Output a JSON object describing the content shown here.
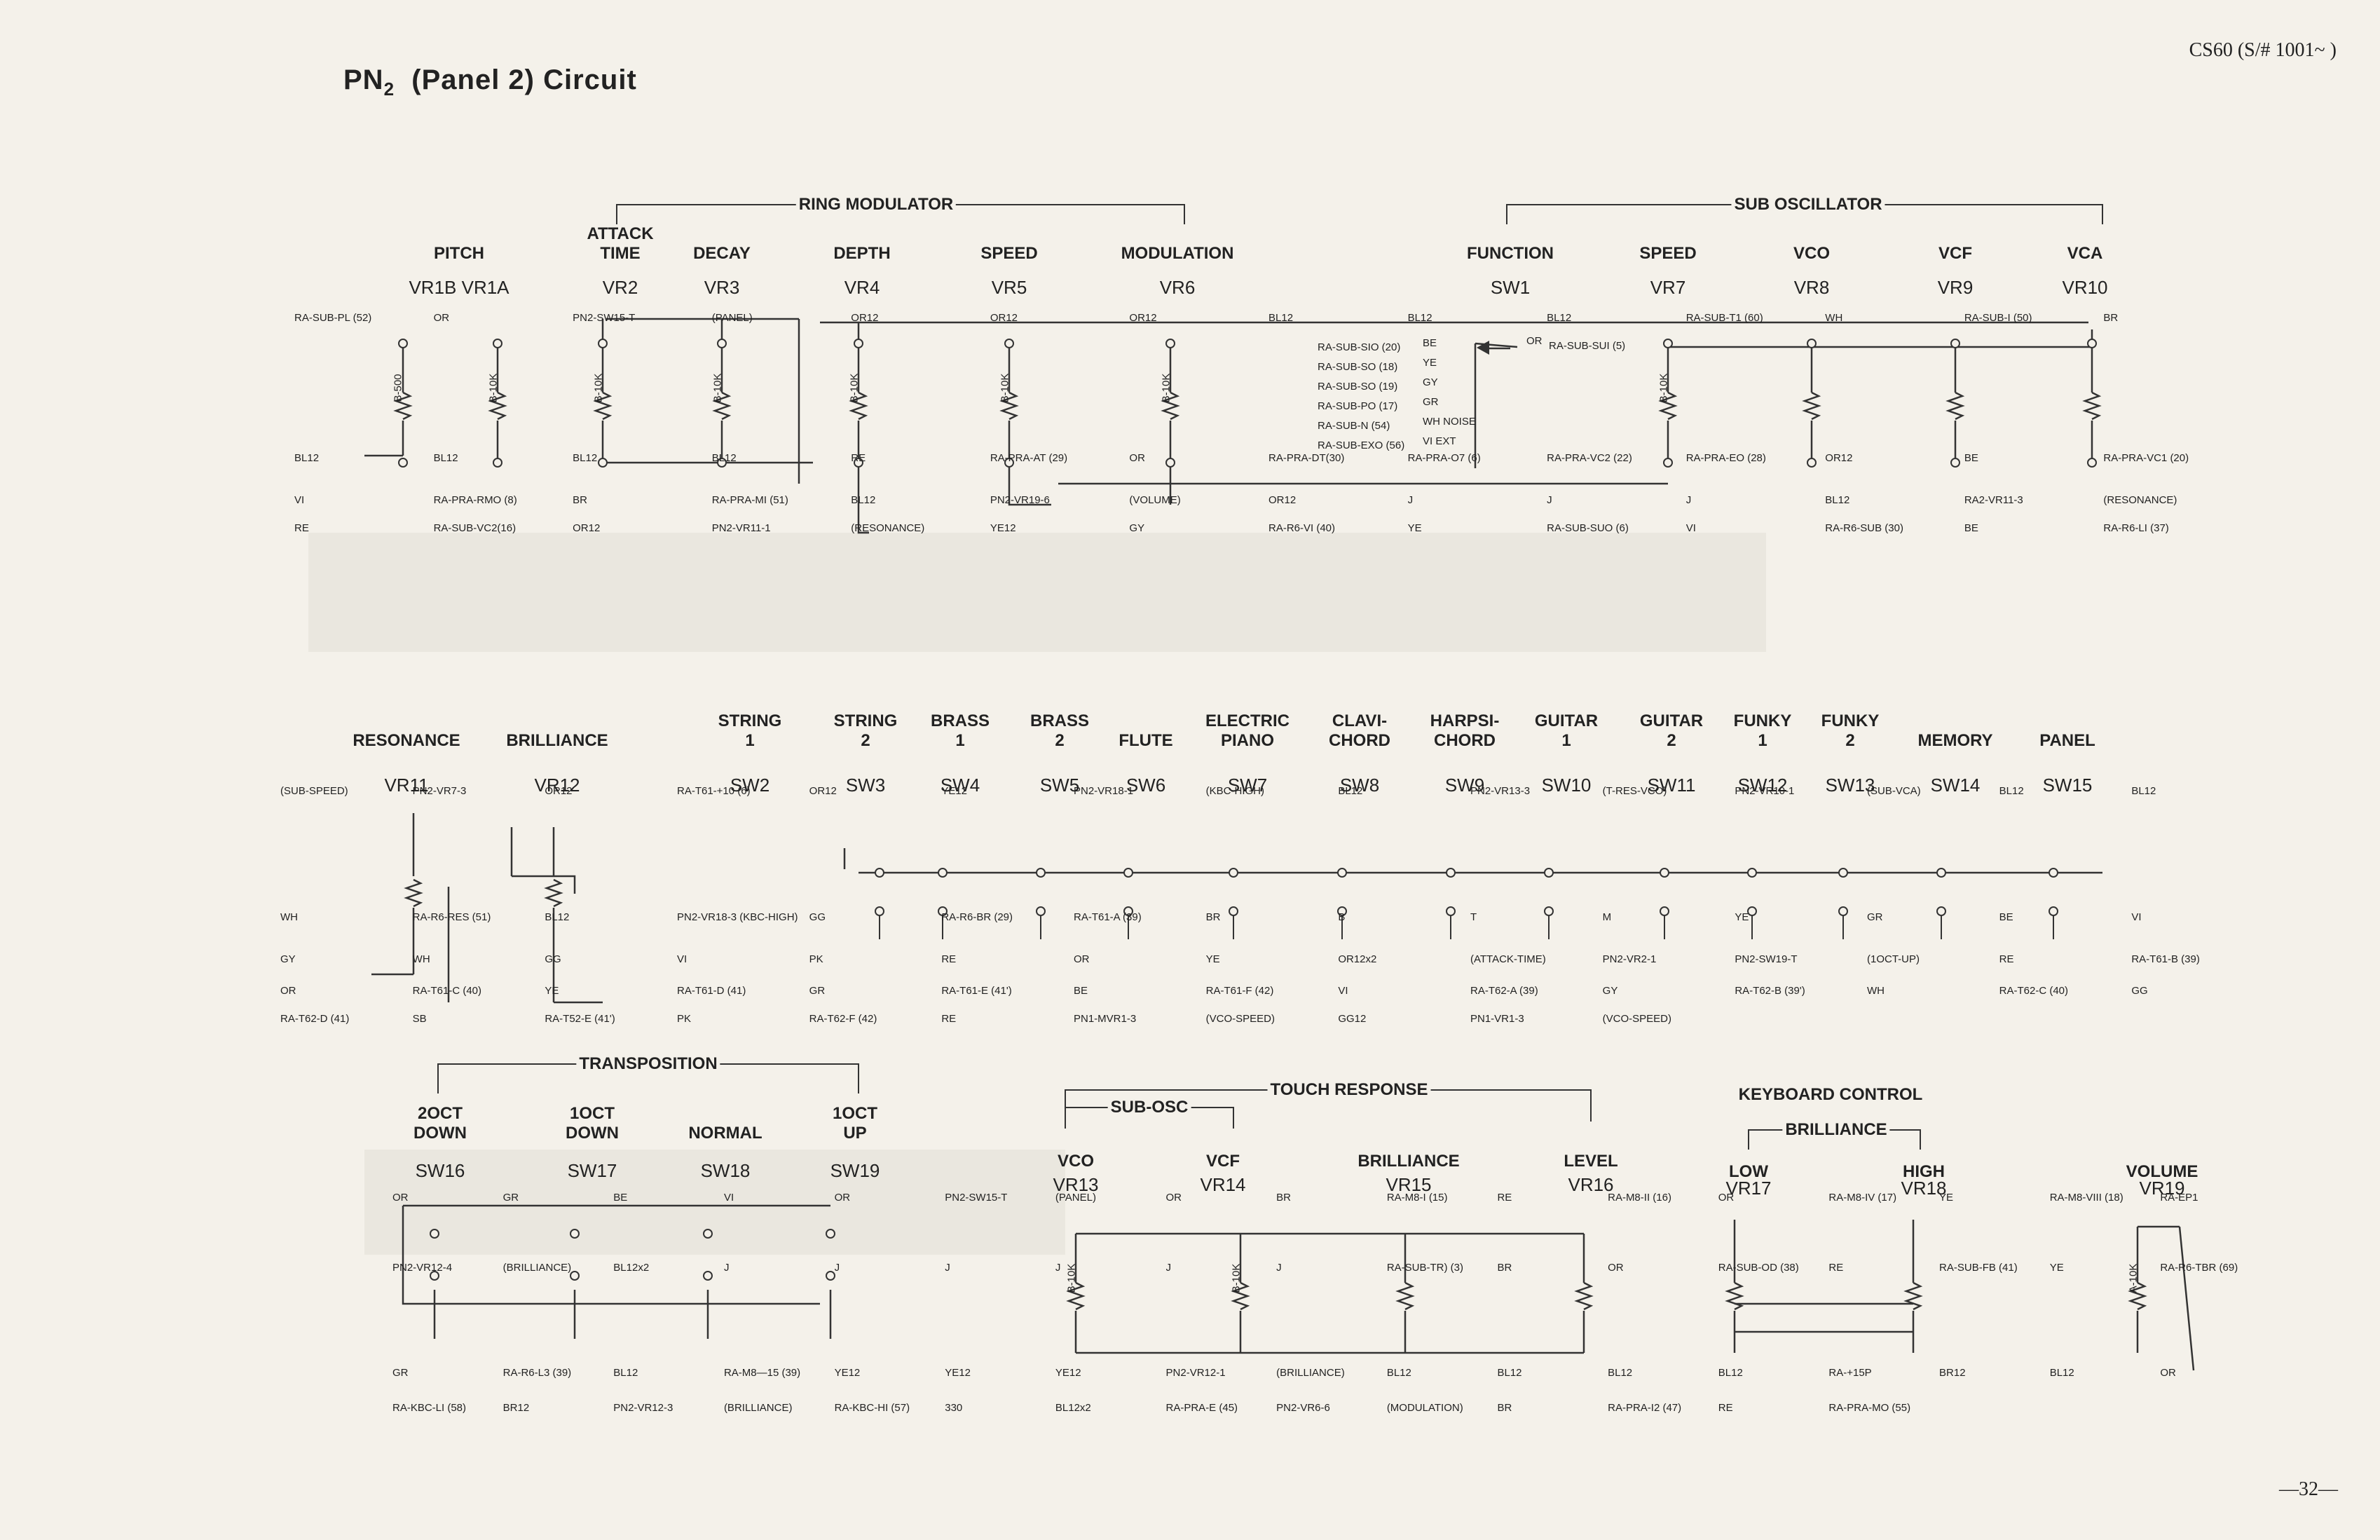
{
  "header": {
    "title": "PN",
    "title_sub": "2",
    "title_rest": "(Panel 2) Circuit",
    "model": "CS60 (S/# 1001~ )",
    "page_number": "—32—"
  },
  "group_labels": {
    "ring_modulator": "RING MODULATOR",
    "sub_oscillator": "SUB OSCILLATOR",
    "transposition": "TRANSPOSITION",
    "touch_response": "TOUCH RESPONSE",
    "sub_osc": "SUB-OSC",
    "keyboard_control": "KEYBOARD CONTROL",
    "brilliance": "BRILLIANCE"
  },
  "row1": [
    {
      "label": "PITCH",
      "ref": "VR1B   VR1A"
    },
    {
      "label": "ATTACK\nTIME",
      "ref": "VR2"
    },
    {
      "label": "DECAY",
      "ref": "VR3"
    },
    {
      "label": "DEPTH",
      "ref": "VR4"
    },
    {
      "label": "SPEED",
      "ref": "VR5"
    },
    {
      "label": "MODULATION",
      "ref": "VR6"
    },
    {
      "label": "FUNCTION",
      "ref": "SW1"
    },
    {
      "label": "SPEED",
      "ref": "VR7"
    },
    {
      "label": "VCO",
      "ref": "VR8"
    },
    {
      "label": "VCF",
      "ref": "VR9"
    },
    {
      "label": "VCA",
      "ref": "VR10"
    }
  ],
  "row2": [
    {
      "label": "RESONANCE",
      "ref": "VR11"
    },
    {
      "label": "BRILLIANCE",
      "ref": "VR12"
    },
    {
      "label": "STRING\n1",
      "ref": "SW2"
    },
    {
      "label": "STRING\n2",
      "ref": "SW3"
    },
    {
      "label": "BRASS\n1",
      "ref": "SW4"
    },
    {
      "label": "BRASS\n2",
      "ref": "SW5"
    },
    {
      "label": "FLUTE",
      "ref": "SW6"
    },
    {
      "label": "ELECTRIC\nPIANO",
      "ref": "SW7"
    },
    {
      "label": "CLAVI-\nCHORD",
      "ref": "SW8"
    },
    {
      "label": "HARPSI-\nCHORD",
      "ref": "SW9"
    },
    {
      "label": "GUITAR\n1",
      "ref": "SW10"
    },
    {
      "label": "GUITAR\n2",
      "ref": "SW11"
    },
    {
      "label": "FUNKY\n1",
      "ref": "SW12"
    },
    {
      "label": "FUNKY\n2",
      "ref": "SW13"
    },
    {
      "label": "MEMORY",
      "ref": "SW14"
    },
    {
      "label": "PANEL",
      "ref": "SW15"
    }
  ],
  "row3": [
    {
      "label": "2OCT\nDOWN",
      "ref": "SW16"
    },
    {
      "label": "1OCT\nDOWN",
      "ref": "SW17"
    },
    {
      "label": "NORMAL",
      "ref": "SW18"
    },
    {
      "label": "1OCT\nUP",
      "ref": "SW19"
    },
    {
      "label": "VCO",
      "ref": "VR13"
    },
    {
      "label": "VCF",
      "ref": "VR14"
    },
    {
      "label": "BRILLIANCE",
      "ref": "VR15"
    },
    {
      "label": "LEVEL",
      "ref": "VR16"
    },
    {
      "label": "LOW",
      "ref": "VR17"
    },
    {
      "label": "HIGH",
      "ref": "VR18"
    },
    {
      "label": "VOLUME",
      "ref": "VR19"
    }
  ],
  "function_switch": {
    "inputs": [
      "RA-SUB-SIO (20)",
      "RA-SUB-SO (18)",
      "RA-SUB-SO (19)",
      "RA-SUB-PO (17)",
      "RA-SUB-N (54)",
      "RA-SUB-EXO (56)"
    ],
    "wires": [
      "BE",
      "YE",
      "GY",
      "GR",
      "WH NOISE",
      "VI EXT"
    ],
    "output": "RA-SUB-SUI (5)",
    "output_wire": "OR"
  },
  "connections_row1": [
    "RA-SUB-PL (52)",
    "OR",
    "PN2-SW15-T",
    "(PANEL)",
    "OR12",
    "OR12",
    "OR12",
    "BL12",
    "BL12",
    "BL12",
    "RA-SUB-T1 (60)",
    "WH",
    "RA-SUB-I (50)",
    "BR",
    "BL12",
    "BL12",
    "BL12",
    "BL12",
    "RE",
    "RA-PRA-AT (29)",
    "OR",
    "RA-PRA-DT(30)",
    "RA-PRA-O7 (6)",
    "RA-PRA-VC2 (22)",
    "RA-PRA-EO (28)",
    "OR12",
    "BE",
    "RA-PRA-VC1 (20)",
    "VI",
    "RA-PRA-RMO (8)",
    "BR",
    "RA-PRA-MI (51)",
    "BL12",
    "PN2-VR19-6",
    "(VOLUME)",
    "OR12",
    "J",
    "J",
    "J",
    "BL12",
    "RA2-VR11-3",
    "(RESONANCE)",
    "RE",
    "RA-SUB-VC2(16)",
    "OR12",
    "PN2-VR11-1",
    "(RESONANCE)",
    "YE12",
    "GY",
    "RA-R6-VI (40)",
    "YE",
    "RA-SUB-SUO (6)",
    "VI",
    "RA-R6-SUB (30)",
    "BE",
    "RA-R6-LI (37)"
  ],
  "connections_row2": [
    "(SUB-SPEED)",
    "PN2-VR7-3",
    "OR12",
    "RA-T61-+10 (6)",
    "OR12",
    "YE12",
    "PN2-VR18-1",
    "(KBC-HIGH)",
    "BL12",
    "PN2-VR13-3",
    "(T-RES-VCO)",
    "PN2-VR10-1",
    "(SUB-VCA)",
    "BL12",
    "BL12",
    "WH",
    "RA-R6-RES (51)",
    "BL12",
    "PN2-VR18-3 (KBC-HIGH)",
    "GG",
    "RA-R6-BR (29)",
    "RA-T61-A (39)",
    "BR",
    "B",
    "T",
    "M",
    "YE",
    "GR",
    "BE",
    "VI",
    "GY",
    "WH",
    "GG",
    "VI",
    "PK",
    "RE",
    "OR",
    "YE",
    "OR12x2",
    "(ATTACK-TIME)",
    "PN2-VR2-1",
    "PN2-SW19-T",
    "(1OCT-UP)",
    "RE",
    "RA-T61-B (39)",
    "OR",
    "RA-T61-C (40)",
    "YE",
    "RA-T61-D (41)",
    "GR",
    "RA-T61-E (41')",
    "BE",
    "RA-T61-F (42)",
    "VI",
    "RA-T62-A (39)",
    "GY",
    "RA-T62-B (39')",
    "WH",
    "RA-T62-C (40)",
    "GG",
    "RA-T62-D (41)",
    "SB",
    "RA-T52-E (41')",
    "PK",
    "RA-T62-F (42)",
    "RE",
    "PN1-MVR1-3",
    "(VCO-SPEED)",
    "GG12",
    "PN1-VR1-3",
    "(VCO-SPEED)"
  ],
  "connections_row3": [
    "OR",
    "GR",
    "BE",
    "VI",
    "OR",
    "PN2-SW15-T",
    "(PANEL)",
    "OR",
    "BR",
    "RA-M8-I (15)",
    "RE",
    "RA-M8-II (16)",
    "OR",
    "RA-M8-IV (17)",
    "YE",
    "RA-M8-VIII (18)",
    "RA-EP1",
    "PN2-VR12-4",
    "(BRILLIANCE)",
    "BL12x2",
    "J",
    "J",
    "J",
    "J",
    "J",
    "J",
    "RA-SUB-TR) (3)",
    "BR",
    "OR",
    "RA-SUB-OD (38)",
    "RE",
    "RA-SUB-FB (41)",
    "YE",
    "RA-R6-TBR (69)",
    "GR",
    "RA-R6-L3 (39)",
    "BL12",
    "RA-M8—15 (39)",
    "YE12",
    "YE12",
    "YE12",
    "PN2-VR12-1",
    "(BRILLIANCE)",
    "BL12",
    "BL12",
    "BL12",
    "BL12",
    "RA-+15P",
    "BR12",
    "BL12",
    "OR",
    "RA-KBC-LI (58)",
    "BR12",
    "PN2-VR12-3",
    "(BRILLIANCE)",
    "RA-KBC-HI (57)",
    "330",
    "BL12x2",
    "RA-PRA-E (45)",
    "PN2-VR6-6",
    "(MODULATION)",
    "BR",
    "RA-PRA-I2 (47)",
    "RE",
    "RA-PRA-MO (55)"
  ],
  "resistor_values": [
    "B-500",
    "B-10K",
    "B-10K",
    "B-10K",
    "B-10K",
    "B-10K",
    "B-10K",
    "B-10K",
    "B-10K",
    "B-10K",
    "A-10K"
  ]
}
